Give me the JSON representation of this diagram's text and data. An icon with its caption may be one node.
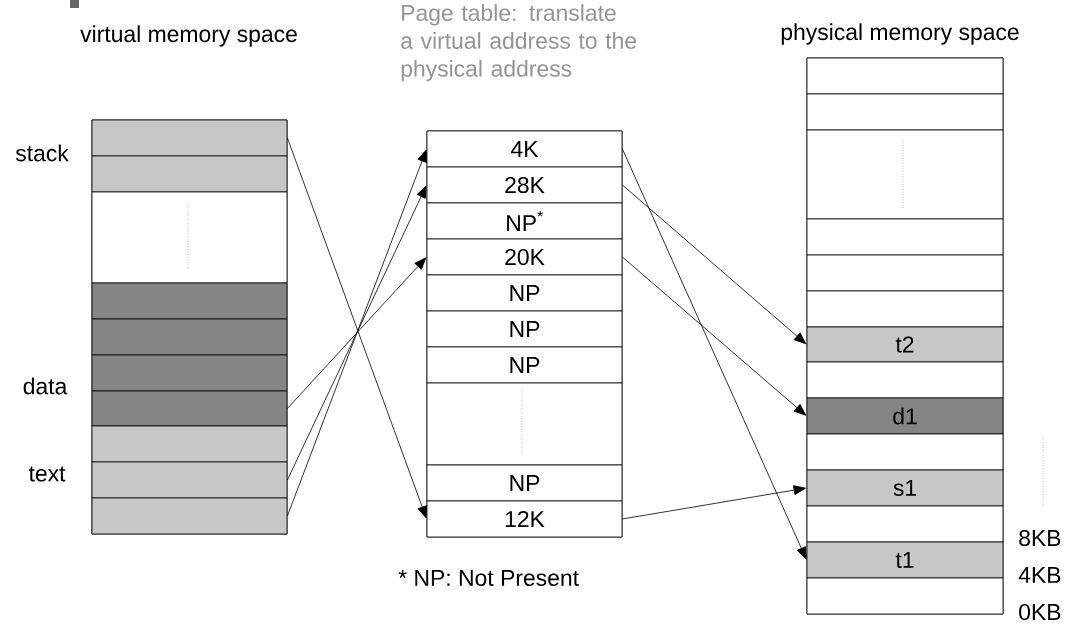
{
  "diagram": {
    "nodes": [
      {
        "text": [
          "virtual memory space"
        ]
      },
      {
        "text": [],
        "shape": "box",
        "in": 0
      },
      {
        "text": [],
        "shape": "box",
        "in": 0
      },
      {
        "text": [],
        "shape": "box",
        "in": 0
      },
      {
        "text": [],
        "shape": "box",
        "in": 0
      },
      {
        "text": [],
        "shape": "box",
        "in": 0
      },
      {
        "text": [],
        "shape": "box",
        "in": 0
      },
      {
        "text": [],
        "shape": "box",
        "in": 0
      },
      {
        "text": [],
        "shape": "box",
        "in": 0
      },
      {
        "text": [],
        "shape": "box",
        "in": 0
      },
      {
        "text": [],
        "shape": "box",
        "in": 0
      },
      {
        "text": [
          "Page table: translate a virtual address to the physical address"
        ]
      },
      {
        "text": [
          "4K"
        ],
        "in": 11
      },
      {
        "text": [
          "28K"
        ],
        "in": 11
      },
      {
        "text": [
          "NP$^{*}$"
        ],
        "in": 11
      },
      {
        "text": [
          "20K"
        ],
        "in": 11
      },
      {
        "text": [
          "NP"
        ],
        "in": 11
      },
      {
        "text": [
          "NP"
        ],
        "in": 11
      },
      {
        "text": [
          "NP"
        ],
        "in": 11
      },
      {
        "text": [],
        "shape": "box",
        "in": 11
      },
      {
        "text": [
          "NP"
        ],
        "in": 11
      },
      {
        "text": [
          "12K"
        ],
        "in": 11
      },
      {
        "text": [
          "physical memory space"
        ]
      },
      {
        "text": [],
        "shape": "box",
        "in": 22
      },
      {
        "text": [],
        "shape": "box",
        "in": 22
      },
      {
        "text": [],
        "shape": "box",
        "in": 22
      },
      {
        "text": [],
        "shape": "box",
        "in": 22
      },
      {
        "text": [],
        "shape": "box",
        "in": 22
      },
      {
        "text": [],
        "shape": "box",
        "in": 22
      },
      {
        "text": [
          "t2"
        ],
        "in": 22
      },
      {
        "text": [],
        "shape": "box",
        "in": 22
      },
      {
        "text": [
          "d1"
        ],
        "in": 22
      },
      {
        "text": [],
        "shape": "box",
        "in": 22
      },
      {
        "text": [
          "s1"
        ],
        "in": 22
      },
      {
        "text": [],
        "shape": "box",
        "in": 22
      },
      {
        "text": [
          "t1"
        ],
        "in": 22
      },
      {
        "text": [],
        "shape": "box",
        "in": 22
      }
    ],
    "edges": [
      {
        "from": 1,
        "to": 21,
        "arrow": "to"
      },
      {
        "from": 10,
        "to": 12,
        "arrow": "to"
      },
      {
        "from": 9,
        "to": 13,
        "arrow": "to"
      },
      {
        "from": 7,
        "to": 15,
        "arrow": "to"
      },
      {
        "from": 12,
        "to": 35,
        "arrow": "to"
      },
      {
        "from": 13,
        "to": 29,
        "arrow": "to"
      },
      {
        "from": 15,
        "to": 31,
        "arrow": "to"
      },
      {
        "from": 21,
        "to": 33,
        "arrow": "to"
      }
    ],
    "labels": [
      "stack",
      "data",
      "text",
      "* NP: Not Present",
      "8KB",
      "4KB",
      "0KB"
    ]
  }
}
